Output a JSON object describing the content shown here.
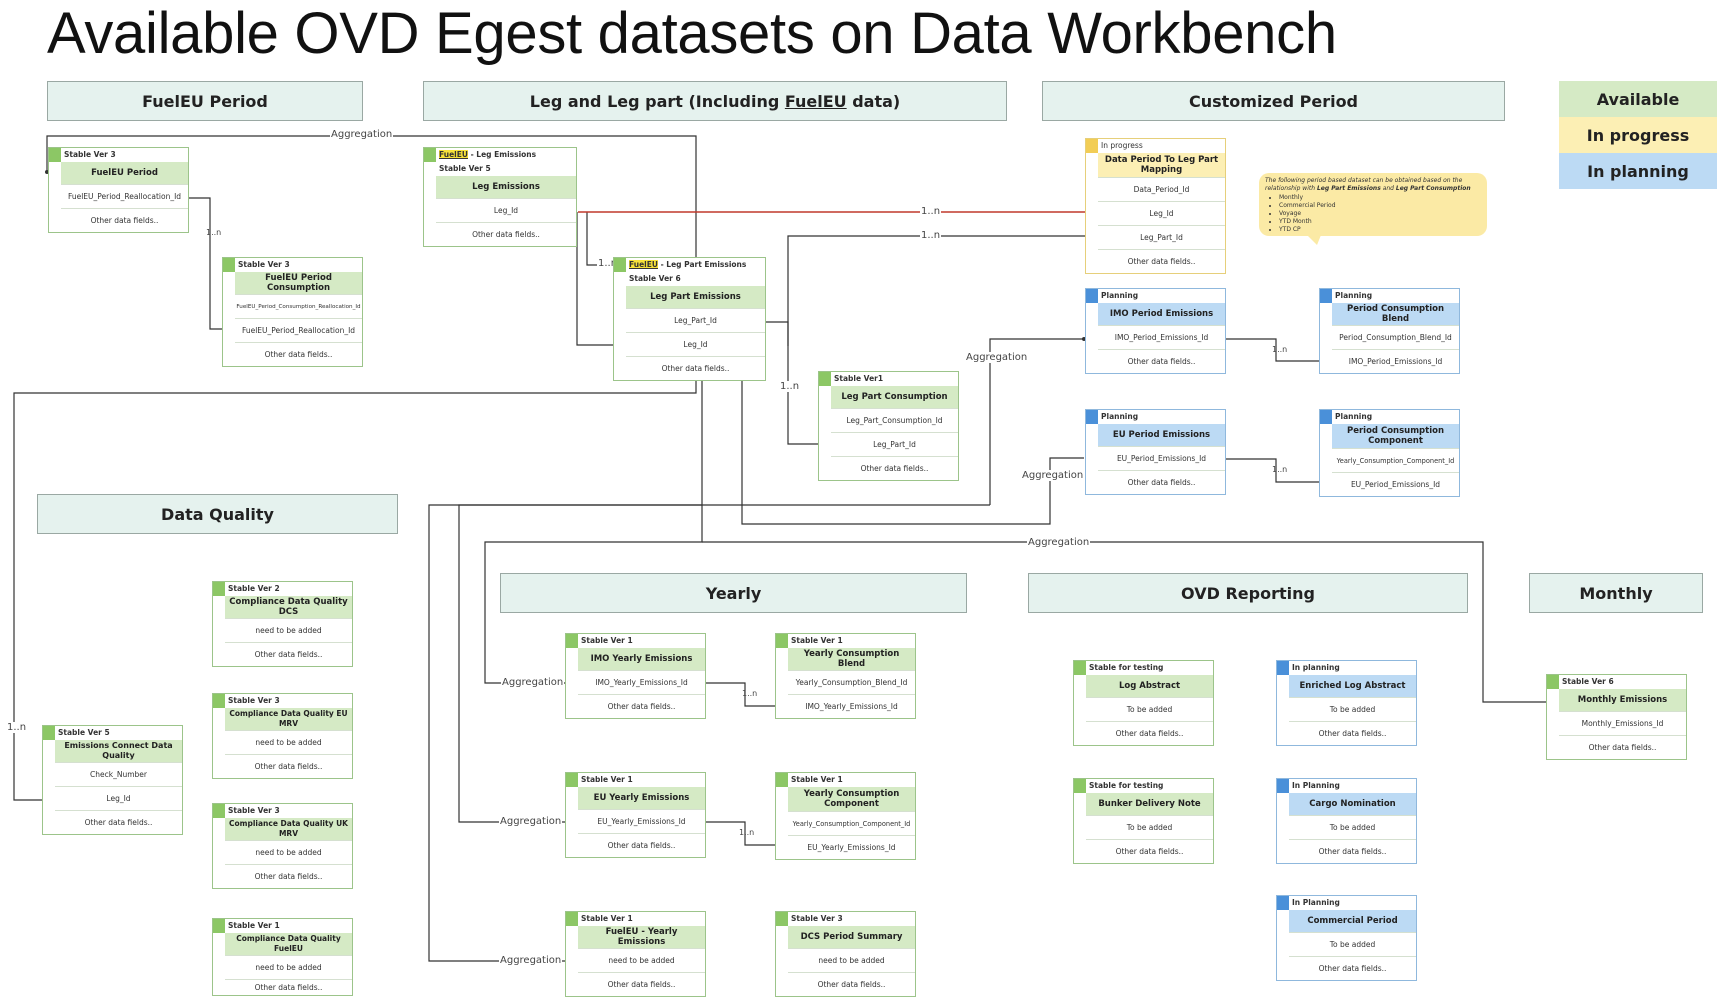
{
  "title": "Available OVD Egest datasets on Data Workbench",
  "colors": {
    "available": "#d5eac5",
    "in_progress": "#fcefb4",
    "in_planning": "#bcdaf4",
    "stable_marker": "#8cc765",
    "progress_marker": "#f2cd55",
    "planning_marker": "#4a90d9",
    "pk": "#3f47a5",
    "section": "#e5f2ee",
    "relationship_red": "#c0392b"
  },
  "legend": {
    "available": "Available",
    "in_progress": "In progress",
    "in_planning": "In planning"
  },
  "sections": {
    "fueleu": "FuelEU Period",
    "leg_prefix": "Leg and Leg part (Including ",
    "leg_fueleu": "FuelEU",
    "leg_suffix": " data)",
    "customized": "Customized Period",
    "data_quality": "Data Quality",
    "yearly": "Yearly",
    "ovd": "OVD Reporting",
    "monthly": "Monthly"
  },
  "note": {
    "intro_prefix": "The following period based dataset can be obtained based on the relationship with ",
    "b1": "Leg Part Emissions",
    "mid": " and ",
    "b2": "Leg Part Consumption",
    "items": [
      "Monthly",
      "Commercial Period",
      "Voyage",
      "YTD Month",
      "YTD CP"
    ]
  },
  "labels": {
    "aggregation": "Aggregation",
    "one_to_n": "1..n"
  },
  "entities": {
    "fueleu_period": {
      "version": "Stable Ver 3",
      "title": "FuelEU Period",
      "pk": "FuelEU_Period_Reallocation_Id",
      "other": "Other data fields.."
    },
    "fueleu_period_consumption": {
      "version": "Stable Ver 3",
      "title": "FuelEU Period Consumption",
      "pk": "FuelEU_Period_Consumption_Reallocation_Id",
      "field": "FuelEU_Period_Reallocation_Id",
      "other": "Other data fields.."
    },
    "leg_emissions": {
      "tag": "FuelEU",
      "tag_rest": " - Leg Emissions",
      "version": "Stable Ver 5",
      "title": "Leg Emissions",
      "pk": "Leg_Id",
      "other": "Other data fields.."
    },
    "leg_part_emissions": {
      "tag": "FuelEU",
      "tag_rest": " - Leg Part Emissions",
      "version": "Stable Ver 6",
      "title": "Leg Part Emissions",
      "pk": "Leg_Part_Id",
      "field": "Leg_Id",
      "other": "Other data fields.."
    },
    "leg_part_consumption": {
      "version": "Stable Ver1",
      "title": "Leg Part Consumption",
      "pk": "Leg_Part_Consumption_Id",
      "field": "Leg_Part_Id",
      "other": "Other data fields.."
    },
    "data_period_mapping": {
      "version": "In progress",
      "title": "Data Period To Leg Part Mapping",
      "pk": "Data_Period_Id",
      "field1": "Leg_Id",
      "field2": "Leg_Part_Id",
      "other": "Other data fields.."
    },
    "imo_period_emissions": {
      "version": "Planning",
      "title": "IMO Period Emissions",
      "pk": "IMO_Period_Emissions_Id",
      "other": "Other data fields.."
    },
    "period_consumption_blend": {
      "version": "Planning",
      "title": "Period Consumption Blend",
      "pk": "Period_Consumption_Blend_Id",
      "field": "IMO_Period_Emissions_Id"
    },
    "eu_period_emissions": {
      "version": "Planning",
      "title": "EU Period Emissions",
      "pk": "EU_Period_Emissions_Id",
      "other": "Other data fields.."
    },
    "period_consumption_component": {
      "version": "Planning",
      "title": "Period Consumption Component",
      "pk": "Yearly_Consumption_Component_Id",
      "field": "EU_Period_Emissions_Id"
    },
    "cdq_dcs": {
      "version": "Stable Ver 2",
      "title": "Compliance Data Quality DCS",
      "pk": "need to be added",
      "other": "Other data fields.."
    },
    "cdq_eu_mrv": {
      "version": "Stable Ver 3",
      "title": "Compliance Data Quality EU MRV",
      "pk": "need to be added",
      "other": "Other data fields.."
    },
    "cdq_uk_mrv": {
      "version": "Stable Ver 3",
      "title": "Compliance Data Quality UK MRV",
      "pk": "need to be added",
      "other": "Other data fields.."
    },
    "cdq_fueleu": {
      "version": "Stable Ver 1",
      "title": "Compliance Data Quality FuelEU",
      "pk": "need to be added",
      "other": "Other data fields.."
    },
    "emissions_connect_dq": {
      "version": "Stable Ver 5",
      "title": "Emissions Connect Data Quality",
      "pk": "Check_Number",
      "field": "Leg_Id",
      "other": "Other data fields.."
    },
    "imo_yearly": {
      "version": "Stable Ver 1",
      "title": "IMO Yearly Emissions",
      "pk": "IMO_Yearly_Emissions_Id",
      "other": "Other data fields.."
    },
    "yearly_consumption_blend": {
      "version": "Stable Ver 1",
      "title": "Yearly Consumption Blend",
      "pk": "Yearly_Consumption_Blend_Id",
      "field": "IMO_Yearly_Emissions_Id"
    },
    "eu_yearly": {
      "version": "Stable Ver 1",
      "title": "EU Yearly Emissions",
      "pk": "EU_Yearly_Emissions_Id",
      "other": "Other data fields.."
    },
    "yearly_consumption_component": {
      "version": "Stable Ver 1",
      "title": "Yearly Consumption Component",
      "pk": "Yearly_Consumption_Component_Id",
      "field": "EU_Yearly_Emissions_Id"
    },
    "fueleu_yearly": {
      "version": "Stable Ver 1",
      "title": "FuelEU - Yearly Emissions",
      "pk": "need to be added",
      "other": "Other data fields.."
    },
    "dcs_period_summary": {
      "version": "Stable Ver 3",
      "title": "DCS Period Summary",
      "pk": "need to be added",
      "other": "Other data fields.."
    },
    "log_abstract": {
      "version": "Stable for testing",
      "title": "Log Abstract",
      "pk": "To be added",
      "other": "Other data fields.."
    },
    "bunker_delivery_note": {
      "version": "Stable for testing",
      "title": "Bunker Delivery Note",
      "pk": "To be added",
      "other": "Other data fields.."
    },
    "enriched_log_abstract": {
      "version": "In planning",
      "title": "Enriched Log Abstract",
      "pk": "To be added",
      "other": "Other data fields.."
    },
    "cargo_nomination": {
      "version": "In Planning",
      "title": "Cargo Nomination",
      "pk": "To be added",
      "other": "Other data fields.."
    },
    "commercial_period": {
      "version": "In Planning",
      "title": "Commercial Period",
      "pk": "To be added",
      "other": "Other data fields.."
    },
    "monthly_emissions": {
      "version": "Stable Ver 6",
      "title": "Monthly Emissions",
      "pk": "Monthly_Emissions_Id",
      "other": "Other data fields.."
    }
  }
}
